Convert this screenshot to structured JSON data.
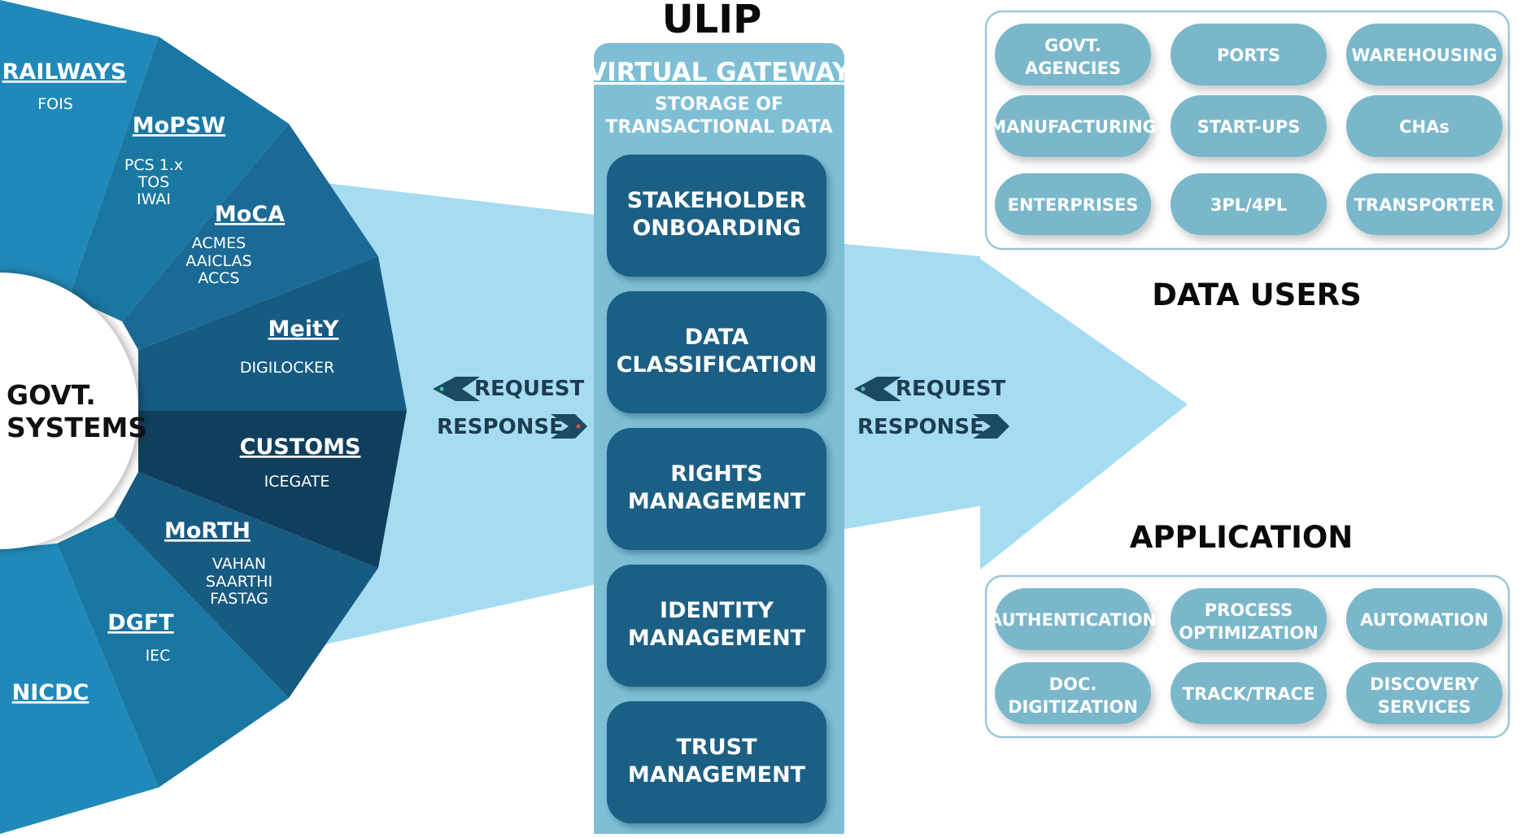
{
  "colors": {
    "light_blue": "#a6dcf2",
    "gateway_bg": "#7ebfd6",
    "module": "#1b5f85",
    "pill": "#7ab7ca",
    "panel_border": "#9cc7d6",
    "chevron": "#1c4a63",
    "segments": [
      "#2189b9",
      "#1a77a2",
      "#1a6a95",
      "#175a82",
      "#0f3f5c",
      "#175a82",
      "#1a77a2",
      "#2189b9"
    ]
  },
  "govt": {
    "center_label_line1": "GOVT.",
    "center_label_line2": "SYSTEMS",
    "segments": [
      {
        "title": "RAILWAYS",
        "sub": [
          "FOIS"
        ]
      },
      {
        "title": "MoPSW",
        "sub": [
          "PCS 1.x",
          "TOS",
          "IWAI"
        ]
      },
      {
        "title": "MoCA",
        "sub": [
          "ACMES",
          "AAICLAS",
          "ACCS"
        ]
      },
      {
        "title": "MeitY",
        "sub": [
          "DIGILOCKER"
        ]
      },
      {
        "title": "CUSTOMS",
        "sub": [
          "ICEGATE"
        ]
      },
      {
        "title": "MoRTH",
        "sub": [
          "VAHAN",
          "SAARTHI",
          "FASTAG"
        ]
      },
      {
        "title": "DGFT",
        "sub": [
          "IEC"
        ]
      },
      {
        "title": "NICDC",
        "sub": []
      }
    ]
  },
  "ulip": {
    "title": "ULIP",
    "gateway_title": "VIRTUAL GATEWAY",
    "gateway_sub_line1": "STORAGE OF",
    "gateway_sub_line2": "TRANSACTIONAL DATA",
    "modules": [
      {
        "line1": "STAKEHOLDER",
        "line2": "ONBOARDING"
      },
      {
        "line1": "DATA",
        "line2": "CLASSIFICATION"
      },
      {
        "line1": "RIGHTS",
        "line2": "MANAGEMENT"
      },
      {
        "line1": "IDENTITY",
        "line2": "MANAGEMENT"
      },
      {
        "line1": "TRUST",
        "line2": "MANAGEMENT"
      }
    ]
  },
  "flow_left": {
    "request": "REQUEST",
    "response": "RESPONSE"
  },
  "flow_right": {
    "request": "REQUEST",
    "response": "RESPONSE"
  },
  "data_users": {
    "title": "DATA USERS",
    "items": [
      [
        "GOVT.",
        "AGENCIES"
      ],
      [
        "PORTS"
      ],
      [
        "WAREHOUSING"
      ],
      [
        "MANUFACTURING"
      ],
      [
        "START-UPS"
      ],
      [
        "CHAs"
      ],
      [
        "ENTERPRISES"
      ],
      [
        "3PL/4PL"
      ],
      [
        "TRANSPORTER"
      ]
    ]
  },
  "application": {
    "title": "APPLICATION",
    "items": [
      [
        "AUTHENTICATION"
      ],
      [
        "PROCESS",
        "OPTIMIZATION"
      ],
      [
        "AUTOMATION"
      ],
      [
        "DOC.",
        "DIGITIZATION"
      ],
      [
        "TRACK/TRACE"
      ],
      [
        "DISCOVERY",
        "SERVICES"
      ]
    ]
  }
}
